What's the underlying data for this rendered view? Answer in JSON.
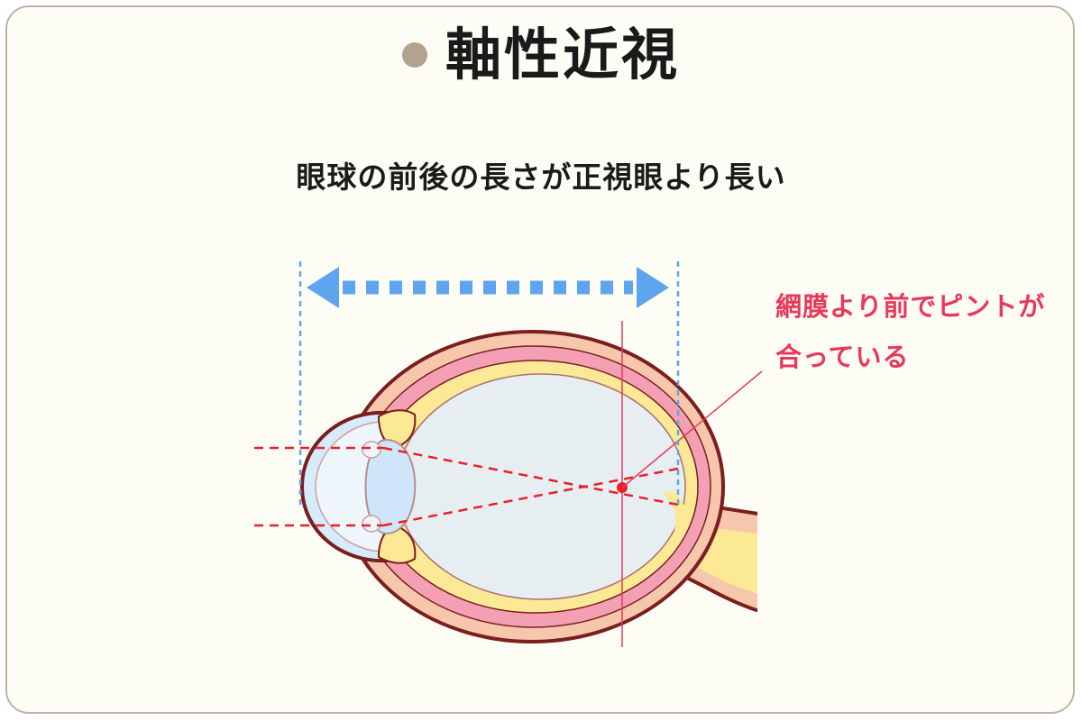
{
  "title": "軸性近視",
  "subtitle": "眼球の前後の長さが正視眼より長い",
  "annotation": {
    "line1": "網膜より前でピントが",
    "line2": "合っている"
  },
  "colors": {
    "title_dot": "#b3a28e",
    "card_border": "#c2b29f",
    "annotation": "#e8395a",
    "length_arrow": "#5ea4ef",
    "light_rays": "#e8202a",
    "sclera": "#f7c7ad",
    "choroid": "#f4a0b4",
    "retina": "#fbe996",
    "vitreous": "#e6eef1",
    "cornea": "#d6ecfa"
  },
  "icons": [
    "length-arrow-icon",
    "focal-point-icon"
  ]
}
